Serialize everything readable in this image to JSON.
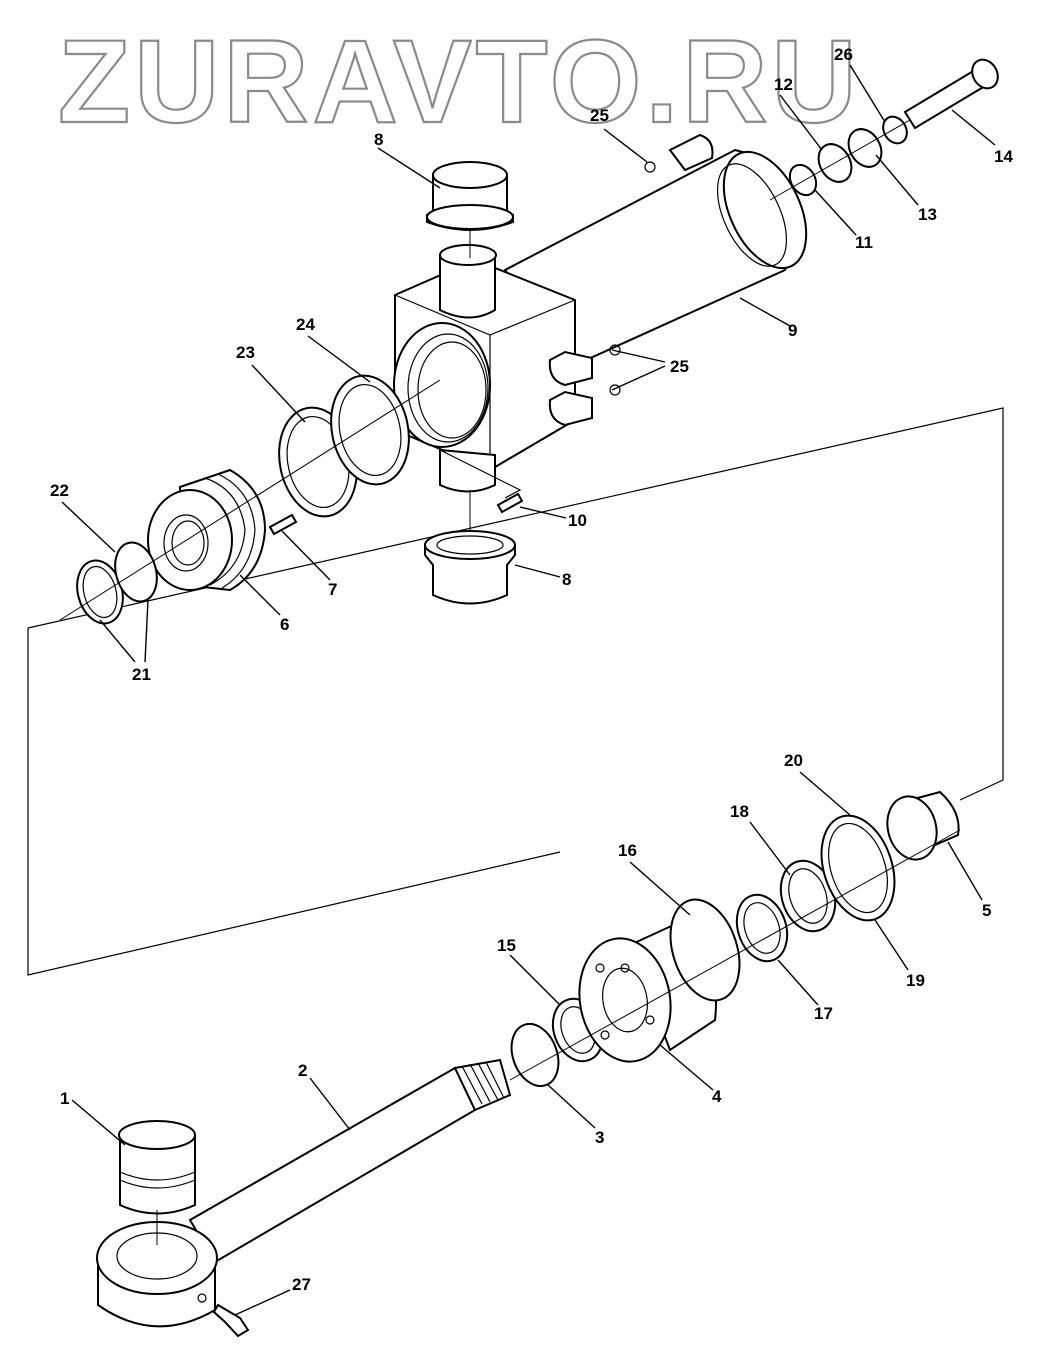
{
  "watermark": "ZURAVTO.RU",
  "callouts": {
    "c1": "1",
    "c2": "2",
    "c3": "3",
    "c4": "4",
    "c5": "5",
    "c6": "6",
    "c7": "7",
    "c8a": "8",
    "c8b": "8",
    "c9": "9",
    "c10": "10",
    "c11": "11",
    "c12": "12",
    "c13": "13",
    "c14": "14",
    "c15": "15",
    "c16": "16",
    "c17": "17",
    "c18": "18",
    "c19": "19",
    "c20": "20",
    "c21": "21",
    "c22": "22",
    "c23": "23",
    "c24": "24",
    "c25a": "25",
    "c25b": "25",
    "c26": "26",
    "c27": "27"
  }
}
